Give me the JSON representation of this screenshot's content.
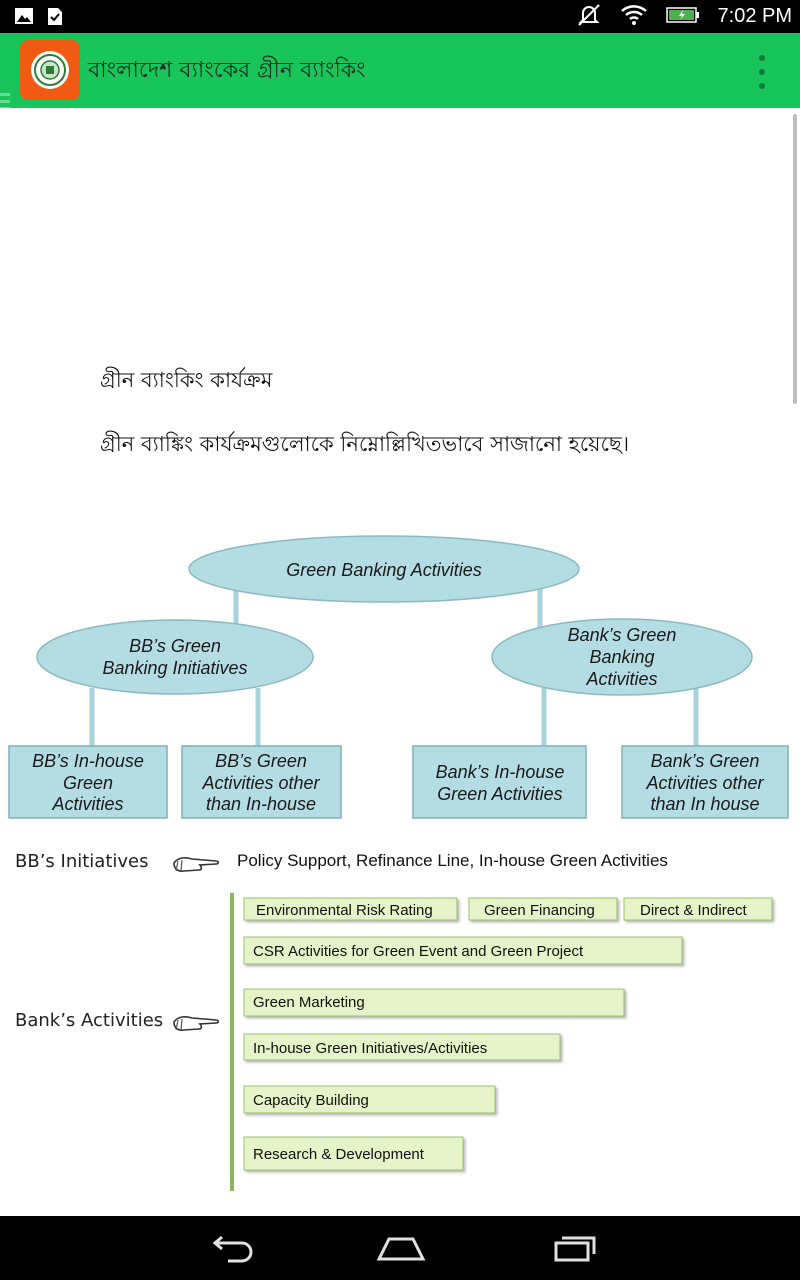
{
  "status_bar": {
    "time": "7:02 PM",
    "icons": [
      "image-icon",
      "download-complete-icon",
      "mute-icon",
      "wifi-icon",
      "battery-charging-icon"
    ]
  },
  "app_bar": {
    "title": "বাংলাদেশ ব্যাংকের গ্রীন ব্যাংকিং",
    "color": "#17c55a",
    "icon_color": "#f05a12"
  },
  "content": {
    "heading": "গ্রীন ব্যাংকিং কার্যক্রম",
    "paragraph": "গ্রীন ব্যাঙ্কিং কার্যক্রমগুলোকে নিম্নোল্লিখিতভাবে সাজানো হয়েছে।"
  },
  "diagram": {
    "root": "Green Banking Activities",
    "bb_initiatives": [
      "BB’s Green",
      "Banking Initiatives"
    ],
    "bank_activities": [
      "Bank’s Green",
      "Banking",
      "Activities"
    ],
    "bb_inhouse": [
      "BB’s In-house",
      "Green",
      "Activities"
    ],
    "bb_other": [
      "BB’s  Green",
      "Activities other",
      "than In-house"
    ],
    "bank_inhouse": [
      "Bank’s In-house",
      "Green Activities"
    ],
    "bank_other": [
      "Bank’s Green",
      "Activities other",
      "than In house"
    ],
    "node_fill": "#b4dde3",
    "box_fill": "#b4dde3"
  },
  "lower": {
    "bb_label": "BB’s Initiatives",
    "bb_text": "Policy Support, Refinance Line, In-house Green Activities",
    "bank_label": "Bank’s Activities",
    "items": [
      "Environmental Risk Rating",
      "Green Financing",
      "Direct & Indirect",
      "CSR Activities for Green Event  and Green Project",
      "Green Marketing",
      "In-house Green Initiatives/Activities",
      "Capacity Building",
      "Research & Development"
    ],
    "item_fill": "#e4f4c8"
  },
  "nav_bar": {
    "buttons": [
      "back-icon",
      "home-icon",
      "recent-apps-icon"
    ]
  }
}
